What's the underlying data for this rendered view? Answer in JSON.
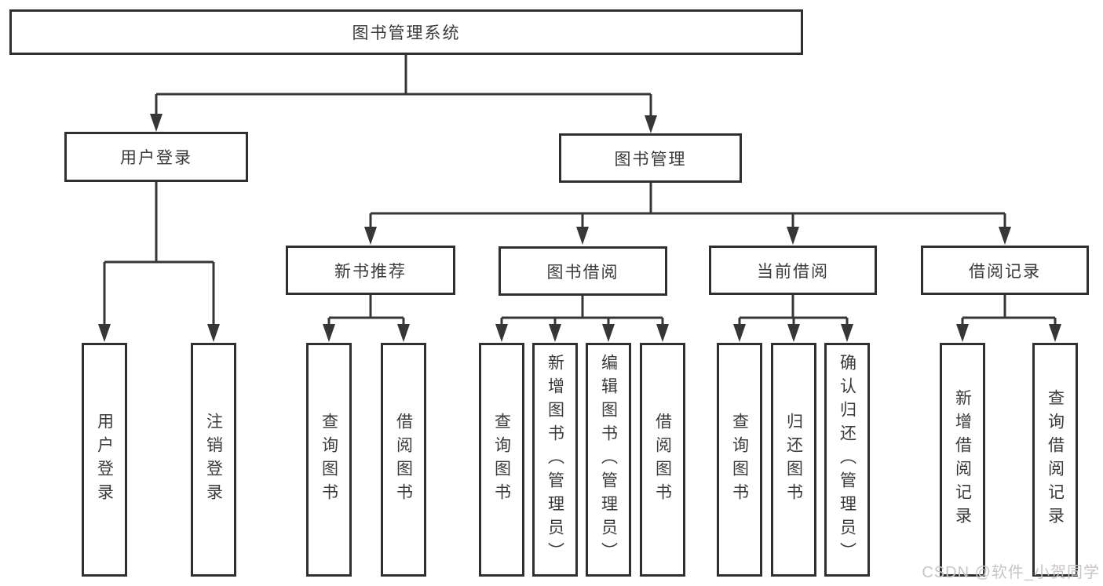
{
  "tree": {
    "label": "图书管理系统",
    "children": [
      {
        "label": "用户登录",
        "children": [
          {
            "label": "用户登录"
          },
          {
            "label": "注销登录"
          }
        ]
      },
      {
        "label": "图书管理",
        "children": [
          {
            "label": "新书推荐",
            "children": [
              {
                "label": "查询图书"
              },
              {
                "label": "借阅图书"
              }
            ]
          },
          {
            "label": "图书借阅",
            "children": [
              {
                "label": "查询图书"
              },
              {
                "label": "新增图书（管理员）"
              },
              {
                "label": "编辑图书（管理员）"
              },
              {
                "label": "借阅图书"
              }
            ]
          },
          {
            "label": "当前借阅",
            "children": [
              {
                "label": "查询图书"
              },
              {
                "label": "归还图书"
              },
              {
                "label": "确认归还（管理员）"
              }
            ]
          },
          {
            "label": "借阅记录",
            "children": [
              {
                "label": "新增借阅记录"
              },
              {
                "label": "查询借阅记录"
              }
            ]
          }
        ]
      }
    ]
  },
  "watermark": {
    "text": "CSDN @软件_小贺同学"
  },
  "colors": {
    "line": "#363636",
    "box_border": "#303030",
    "text": "#3a3a3a",
    "watermark": "#c9c5c5",
    "background": "#ffffff"
  }
}
